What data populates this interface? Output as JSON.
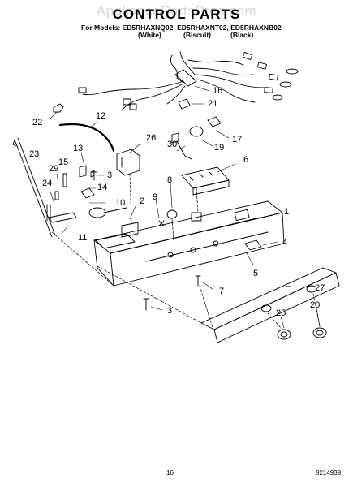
{
  "watermark": "AppliancePartsPros.com",
  "title": "CONTROL PARTS",
  "models_line": "For Models: ED5RHAXNQ02, ED5RHAXNT02, ED5RHAXNB02",
  "finishes": [
    "(White)",
    "(Biscuit)",
    "(Black)"
  ],
  "callouts": [
    "1",
    "2",
    "3",
    "3",
    "4",
    "5",
    "6",
    "7",
    "8",
    "9",
    "10",
    "11",
    "12",
    "13",
    "14",
    "15",
    "16",
    "17",
    "19",
    "20",
    "21",
    "22",
    "23",
    "24",
    "25",
    "26",
    "27",
    "29",
    "30"
  ],
  "footer": {
    "page": "16",
    "doc": "8214939"
  },
  "colors": {
    "ink": "#000000",
    "watermark": "#c8c8c8"
  }
}
